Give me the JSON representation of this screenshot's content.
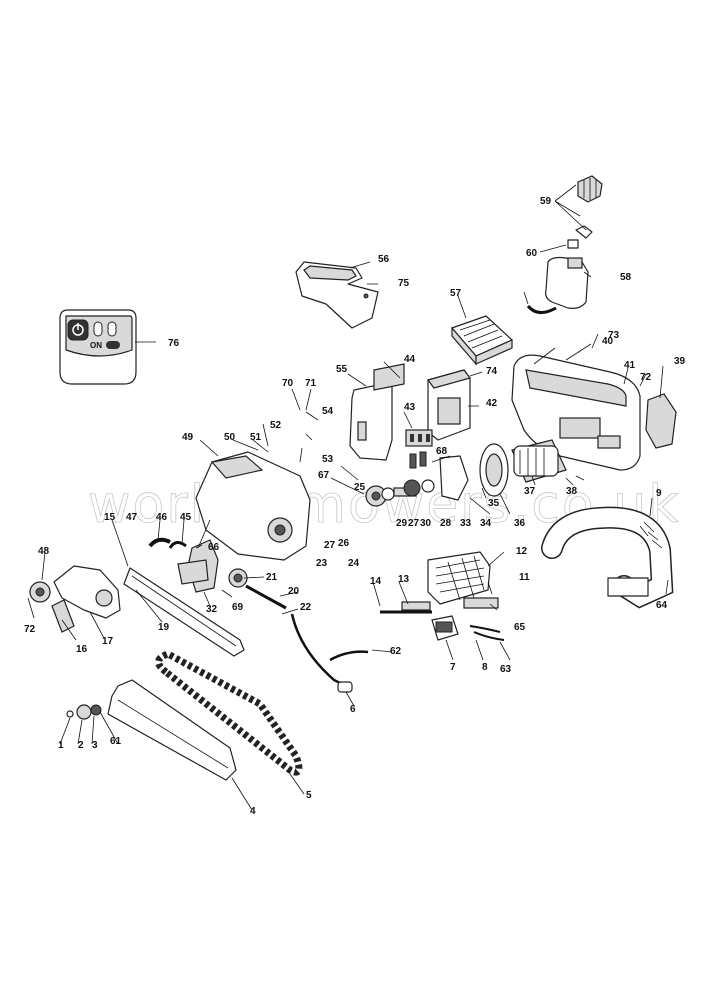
{
  "watermark": "worldofmowers.co.uk",
  "switch_panel": {
    "on_label": "ON",
    "icon": "power-icon",
    "toggle_icon": "toggle-icon"
  },
  "callouts": [
    "1",
    "2",
    "3",
    "4",
    "5",
    "6",
    "7",
    "8",
    "9",
    "11",
    "12",
    "13",
    "14",
    "15",
    "16",
    "17",
    "19",
    "20",
    "21",
    "22",
    "23",
    "24",
    "25",
    "26",
    "27",
    "27",
    "28",
    "29",
    "30",
    "32",
    "33",
    "34",
    "35",
    "36",
    "37",
    "38",
    "39",
    "40",
    "41",
    "42",
    "43",
    "44",
    "45",
    "46",
    "47",
    "48",
    "49",
    "50",
    "51",
    "52",
    "53",
    "54",
    "55",
    "56",
    "57",
    "58",
    "59",
    "60",
    "61",
    "62",
    "63",
    "64",
    "65",
    "66",
    "67",
    "68",
    "69",
    "70",
    "71",
    "72",
    "72",
    "73",
    "74",
    "75",
    "76"
  ]
}
